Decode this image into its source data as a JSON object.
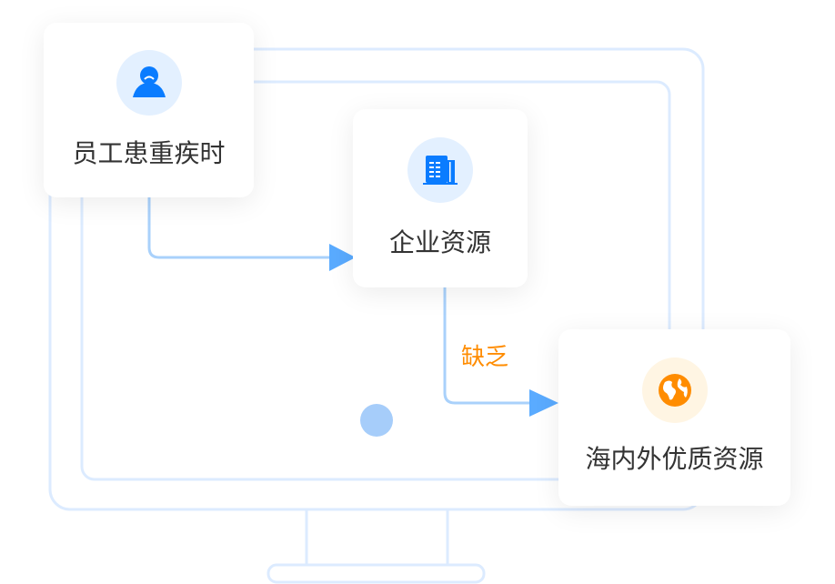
{
  "nodes": [
    {
      "label": "员工患重疾时",
      "icon": "sad-person-icon"
    },
    {
      "label": "企业资源",
      "icon": "building-icon"
    },
    {
      "label": "海内外优质资源",
      "icon": "globe-icon"
    }
  ],
  "edge_label": "缺乏",
  "colors": {
    "primary": "#0a7cff",
    "orange": "#ff8c00",
    "line": "#a9d1fb",
    "frame": "#dcebff"
  }
}
